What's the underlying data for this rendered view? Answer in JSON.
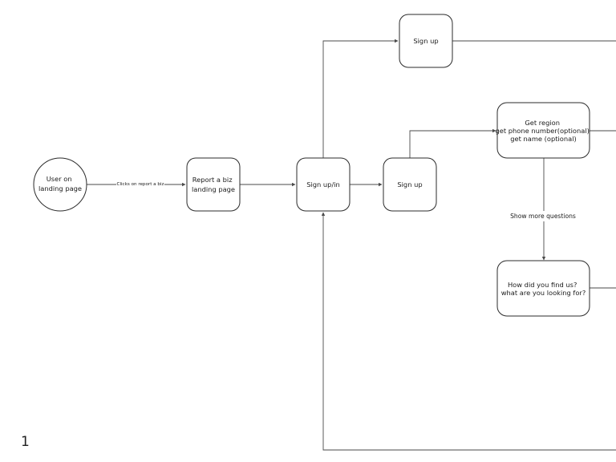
{
  "page_number": "1",
  "nodes": {
    "user_landing": [
      "User on",
      "landing page"
    ],
    "report_biz": [
      "Report a biz",
      "landing page"
    ],
    "signup_in": [
      "Sign up/in"
    ],
    "signup_top": [
      "Sign up"
    ],
    "signup_mid": [
      "Sign up"
    ],
    "get_region": [
      "Get region",
      "get phone number(optional)",
      "get name (optional)"
    ],
    "how_find": [
      "How did you find us?",
      "what are you looking for?"
    ]
  },
  "edges": {
    "clicks_report": "Clicks on report a biz",
    "show_more": "Show more questions"
  }
}
